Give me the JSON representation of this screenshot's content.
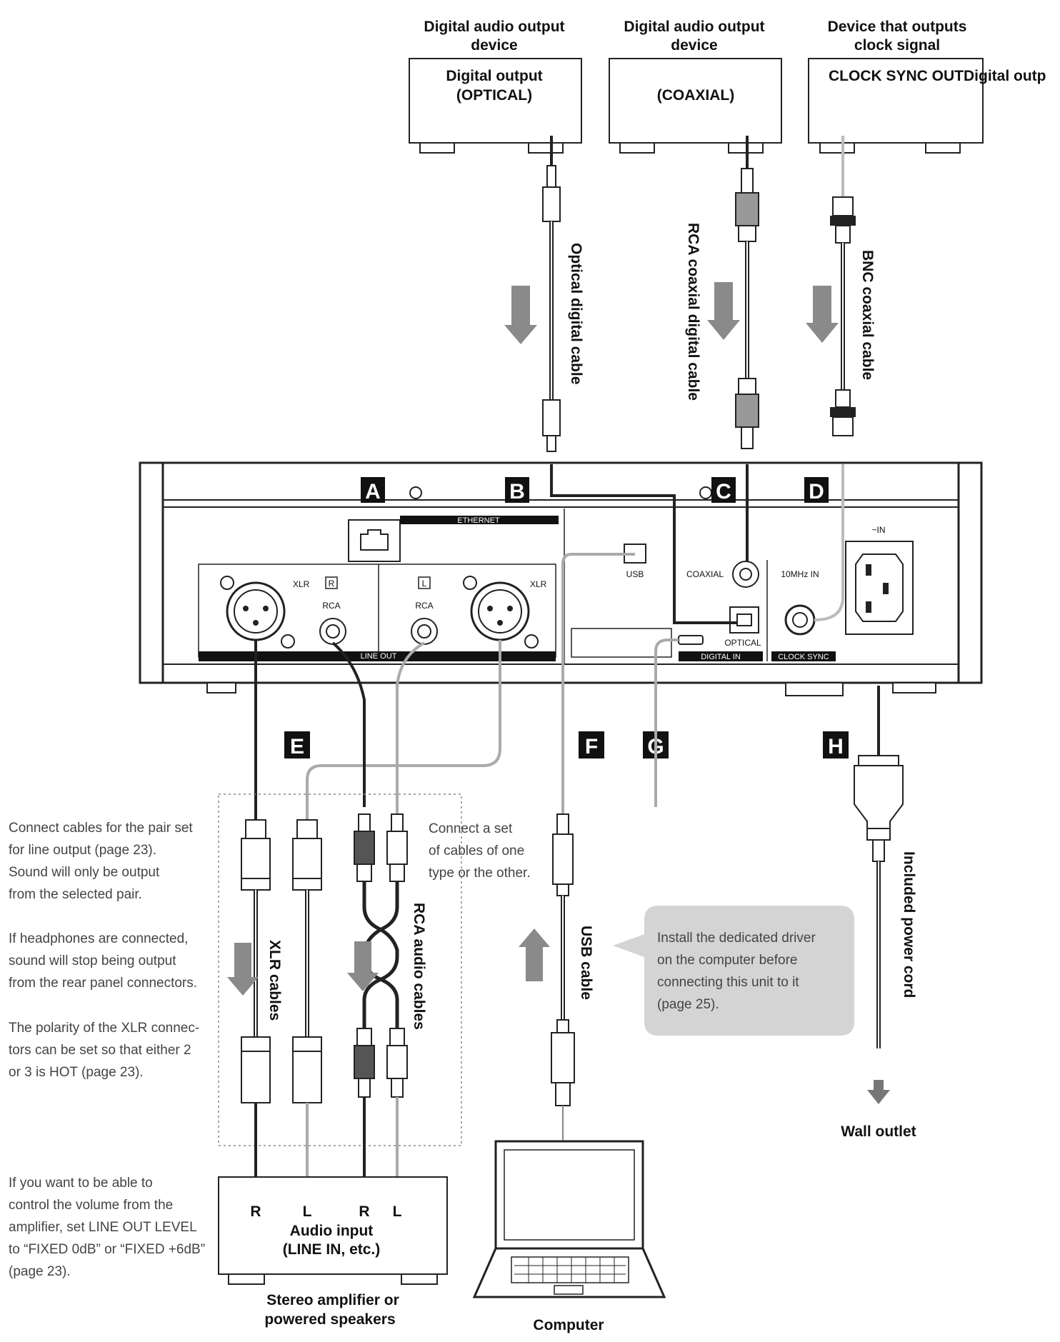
{
  "sources": [
    {
      "title_1": "Digital audio output",
      "title_2": "device",
      "box_1": "Digital output",
      "box_2": "(OPTICAL)"
    },
    {
      "title_1": "Digital audio output",
      "title_2": "device",
      "box_1": "(COAXIAL)"
    },
    {
      "title_1": "Device that outputs",
      "title_2": "clock signal",
      "box_1": "CLOCK SYNC OUTDigital outp"
    }
  ],
  "cables": {
    "optical": "Optical digital cable",
    "rca_coax": "RCA coaxial digital cable",
    "bnc": "BNC coaxial cable",
    "xlr": "XLR cables",
    "rca_audio": "RCA audio cables",
    "usb": "USB cable",
    "power": "Included power cord"
  },
  "panel": {
    "letters": [
      "A",
      "B",
      "C",
      "D",
      "E",
      "F",
      "G",
      "H"
    ],
    "ethernet": "ETHERNET",
    "xlr": "XLR",
    "r": "R",
    "l": "L",
    "rca": "RCA",
    "line_out": "LINE OUT",
    "usb": "USB",
    "coaxial": "COAXIAL",
    "optical": "OPTICAL",
    "digital_in": "DIGITAL IN",
    "tenmhz": "10MHz IN",
    "clock_sync": "CLOCK SYNC",
    "ac_in": "~IN"
  },
  "notes": {
    "pair_set": [
      "Connect cables for the pair set",
      "for line output (page 23).",
      "Sound will only be output",
      "from the selected pair."
    ],
    "headphones": [
      "If headphones are connected,",
      "sound will stop being output",
      "from the rear panel connectors."
    ],
    "polarity": [
      "The polarity of the XLR connec-",
      "tors can be set so that either 2",
      "or 3 is HOT (page 23)."
    ],
    "one_type": [
      "Connect a set",
      "of cables of one",
      "type or the other."
    ],
    "volume": [
      "If you want to be able to",
      "control the volume from the",
      "amplifier, set LINE OUT LEVEL",
      "to “FIXED 0dB” or “FIXED +6dB”",
      "(page 23)."
    ]
  },
  "driver_box": [
    "Install the dedicated driver",
    "on the computer before",
    "connecting this unit to it",
    "(page 25)."
  ],
  "amplifier": {
    "channels": [
      "R",
      "L",
      "R",
      "L"
    ],
    "input_1": "Audio input",
    "input_2": "(LINE IN, etc.)",
    "caption_1": "Stereo amplifier or",
    "caption_2": "powered speakers"
  },
  "computer": "Computer",
  "wall_outlet": "Wall outlet"
}
